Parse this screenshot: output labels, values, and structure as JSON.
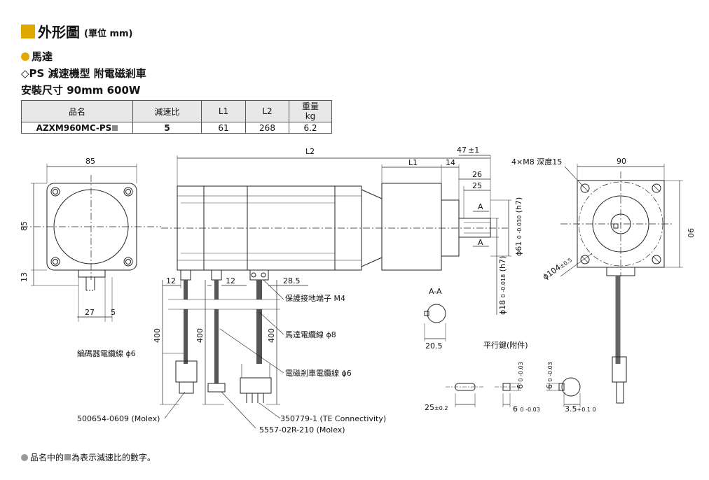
{
  "title": {
    "main": "外形圖",
    "unit": "(單位 mm)"
  },
  "section": {
    "category": "馬達",
    "subtitle_prefix": "◇",
    "subtitle_bold": "PS",
    "subtitle": " 減速機型 附電磁剎車",
    "size": "安裝尺寸 90mm 600W"
  },
  "table": {
    "headers": [
      "品名",
      "減速比",
      "L1",
      "L2",
      "重量",
      "kg"
    ],
    "row": {
      "model": "AZXM960MC-PS",
      "ratio": "5",
      "l1": "61",
      "l2": "268",
      "weight": "6.2"
    }
  },
  "dims": {
    "front_w": "85",
    "front_h": "85",
    "front_13": "13",
    "front_27": "27",
    "front_5": "5",
    "l2": "L2",
    "l1": "L1",
    "d47": "47",
    "d47_tol": "±1",
    "d14": "14",
    "d26": "26",
    "d25": "25",
    "phi61": "ϕ61",
    "phi61_tol": "0 -0.030",
    "phi61_fit": "(h7)",
    "phi18": "ϕ18",
    "phi18_tol": "0 -0.018",
    "phi18_fit": "(h7)",
    "sect_a": "A",
    "sect_aa": "A-A",
    "d20_5": "20.5",
    "side_w": "90",
    "side_h": "90",
    "hole": "4×M8 深度15",
    "phi104": "ϕ104",
    "phi104_tol": "±0.5",
    "c12a": "12",
    "c12b": "12",
    "c28_5": "28.5",
    "c400a": "400",
    "c400b": "400",
    "c400c": "400"
  },
  "labels": {
    "ground": "保護接地端子 M4",
    "motor_cable": "馬達電纜線 ϕ8",
    "encoder_cable": "編碼器電纜線 ϕ6",
    "brake_cable": "電磁剎車電纜線 ϕ6",
    "conn1": "500654-0609 (Molex)",
    "conn2": "350779-1 (TE Connectivity)",
    "conn3": "5557-02R-210 (Molex)"
  },
  "key": {
    "title": "平行鍵(附件)",
    "k25": "25",
    "k25_tol": "±0.2",
    "k6a": "6",
    "k6a_tol": "0 -0.03",
    "k6b": "6",
    "k6b_tol": "0 -0.03",
    "k6c": "6",
    "k6c_tol": "0 -0.03",
    "k35": "3.5",
    "k35_tol": "+0.1 0"
  },
  "footnote": {
    "pre": "品名中的",
    "post": "為表示減速比的數字。"
  }
}
